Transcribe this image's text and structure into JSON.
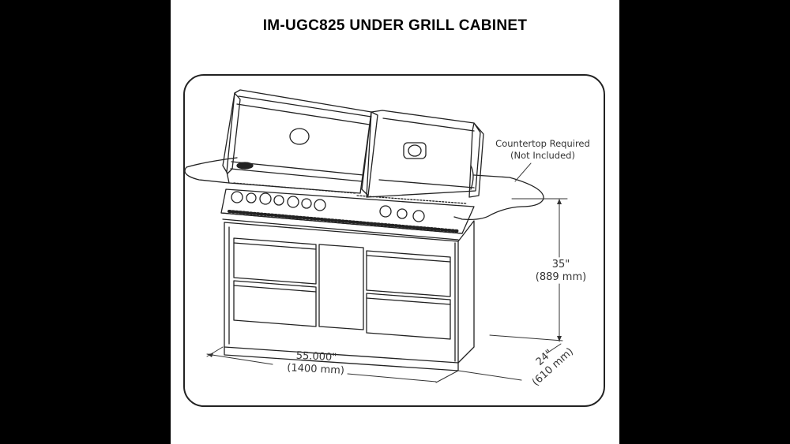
{
  "document": {
    "title": "IM-UGC825 UNDER GRILL CABINET",
    "background_color": "#000000",
    "page_color": "#ffffff"
  },
  "diagram": {
    "subject": "Built-in grill on under grill cabinet with side countertop",
    "callout": {
      "line1": "Countertop Required",
      "line2": "(Not Included)"
    },
    "dimensions": {
      "width": {
        "imperial": "55.000\"",
        "metric": "(1400 mm)"
      },
      "height": {
        "imperial": "35\"",
        "metric": "(889 mm)"
      },
      "depth": {
        "imperial": "24\"",
        "metric": "(610 mm)"
      }
    },
    "components": {
      "knobs_left_count": 7,
      "knobs_right_count": 3,
      "drawers_left_count": 2,
      "drawers_right_count": 2,
      "center_door_count": 1
    }
  }
}
